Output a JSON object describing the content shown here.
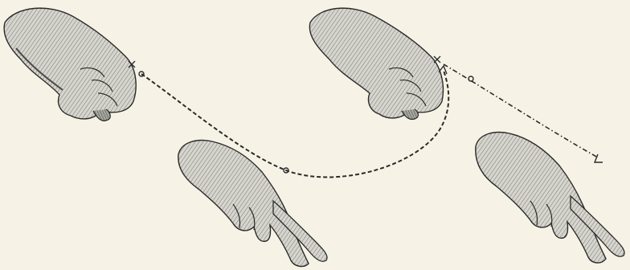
{
  "colors": {
    "background": "#f6f3e6",
    "ink": "#2b2b2b",
    "hand_fill": "#c9c9c4",
    "hand_shade": "#8f8f8a",
    "hand_light": "#e4e3dc"
  },
  "illustration": {
    "figures": [
      {
        "id": "left-fist",
        "pose": "closed-fist",
        "icon": "fist-hand-icon"
      },
      {
        "id": "middle-pointing",
        "pose": "two-fingers-extended",
        "icon": "pointing-hand-icon"
      },
      {
        "id": "right-fist",
        "pose": "closed-fist",
        "icon": "fist-hand-icon"
      },
      {
        "id": "right-pointing",
        "pose": "two-fingers-extended",
        "icon": "pointing-hand-icon"
      }
    ],
    "motion_paths": [
      {
        "id": "path-left",
        "style": "dashed",
        "icon": "dashed-motion-arrow"
      },
      {
        "id": "path-right",
        "style": "dash-dot",
        "icon": "dash-dot-motion-arrow"
      }
    ]
  }
}
